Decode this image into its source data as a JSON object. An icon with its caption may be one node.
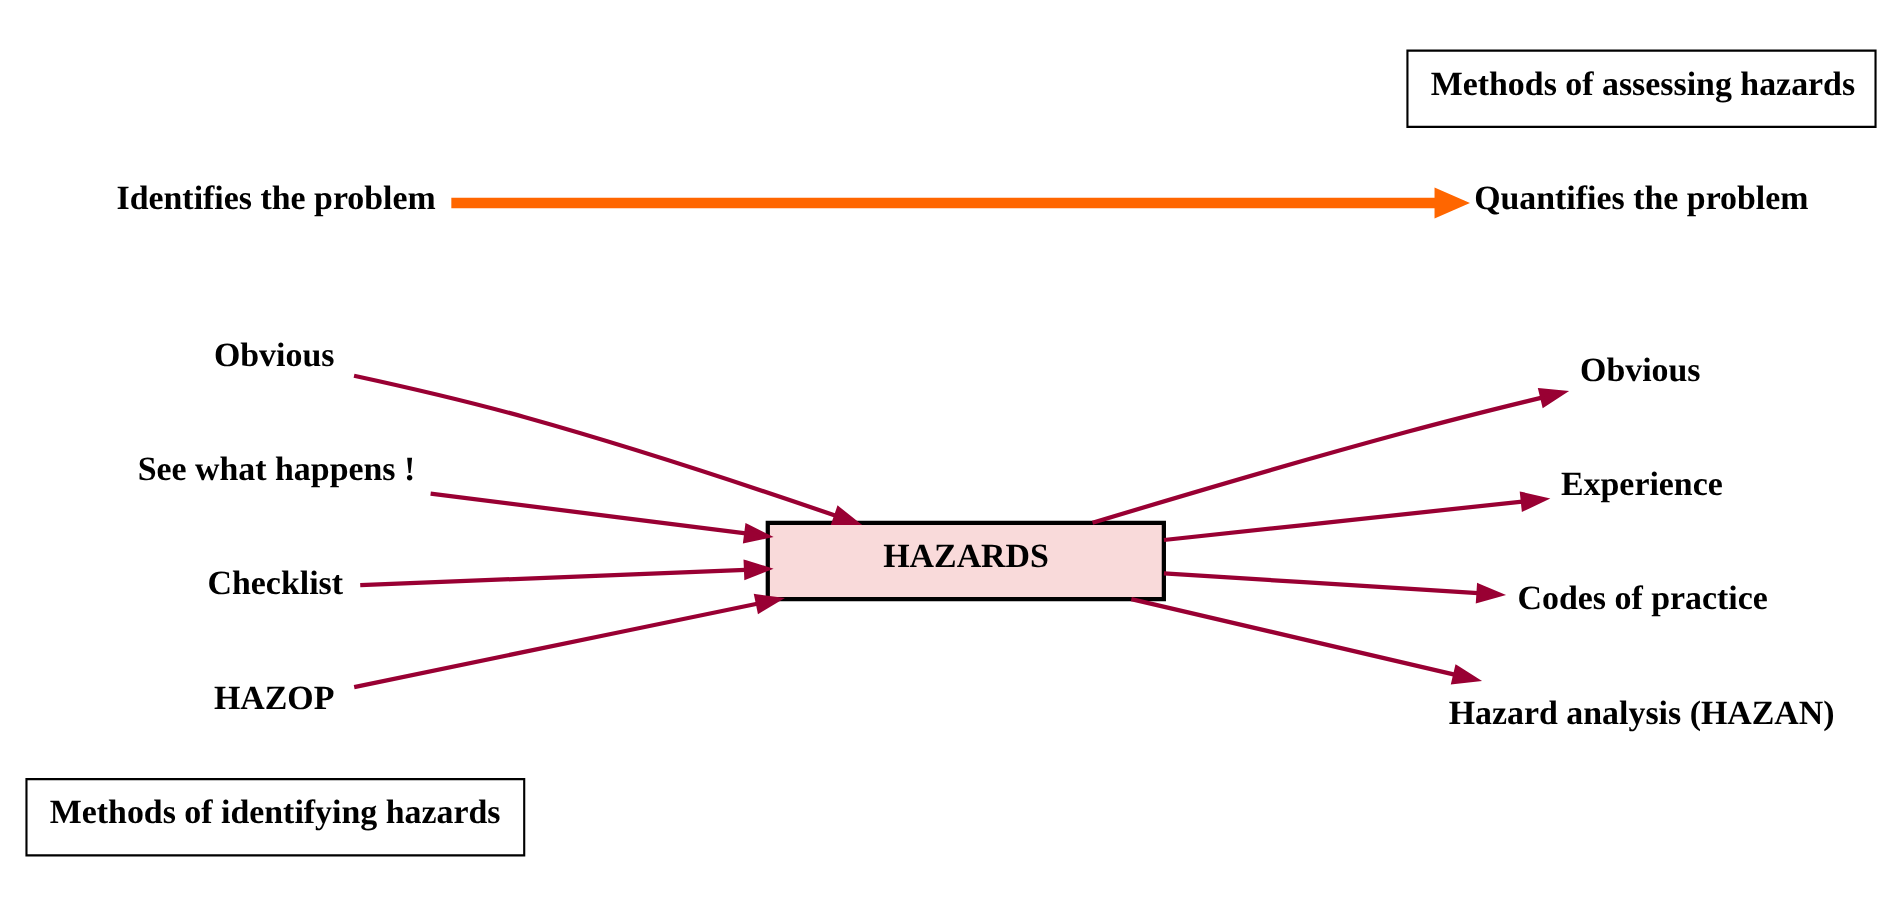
{
  "diagram": {
    "nodes": [
      {
        "text": [
          "Methods of identifying hazards"
        ]
      },
      {
        "text": [
          "Methods of assessing hazards"
        ]
      },
      {
        "text": [
          "Obvious"
        ]
      },
      {
        "text": [
          "See what happens !"
        ]
      },
      {
        "text": [
          "Checklist"
        ]
      },
      {
        "text": [
          "HAZOP"
        ]
      },
      {
        "text": [
          "HAZARDS"
        ]
      },
      {
        "text": [
          "Obvious"
        ]
      },
      {
        "text": [
          "Experience"
        ]
      },
      {
        "text": [
          "Codes of practice"
        ]
      },
      {
        "text": [
          "Hazard analysis (HAZAN)"
        ]
      },
      {
        "text": [
          "Identifies the problem"
        ]
      },
      {
        "text": [
          "Quantifies the problem"
        ]
      }
    ],
    "edges": [
      {
        "from": 2,
        "to": 6,
        "arrow": "to"
      },
      {
        "from": 3,
        "to": 6,
        "arrow": "to"
      },
      {
        "from": 4,
        "to": 6,
        "arrow": "to"
      },
      {
        "from": 5,
        "to": 6,
        "arrow": "to"
      },
      {
        "from": 6,
        "to": 7,
        "arrow": "to"
      },
      {
        "from": 6,
        "to": 8,
        "arrow": "to"
      },
      {
        "from": 6,
        "to": 9,
        "arrow": "to"
      },
      {
        "from": 6,
        "to": 10,
        "arrow": "to"
      },
      {
        "from": 11,
        "to": 12,
        "arrow": "to",
        "style": "thick",
        "color": "#ff6600"
      }
    ]
  }
}
